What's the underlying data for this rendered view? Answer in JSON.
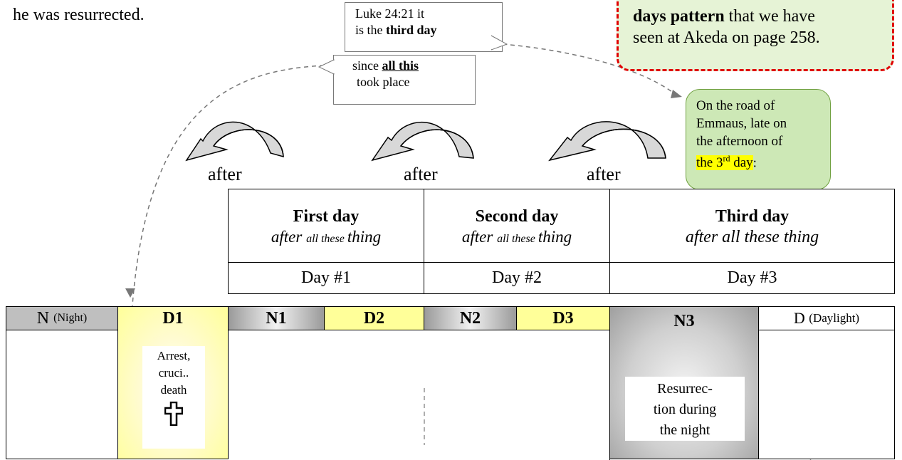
{
  "top_text": "he was resurrected.",
  "callout_luke": {
    "line1": "Luke 24:21 it",
    "line2_pre": "is the ",
    "line2_bold": "third day"
  },
  "callout_since": {
    "pre": "since ",
    "bold": "all this",
    "line2": "took place"
  },
  "pattern_note": {
    "line1_pre": "",
    "line1": "",
    "bold": "days pattern",
    "line2_rest": " that we have",
    "line3": "seen at Akeda on page 258."
  },
  "emmaus_note": {
    "line1": "On the road of",
    "line2": "Emmaus, late on",
    "line3": "the afternoon of",
    "hl_pre": "the 3",
    "hl_sup": "rd",
    "hl_post": " day",
    "colon": ":"
  },
  "after_labels": [
    "after",
    "after",
    "after"
  ],
  "days": [
    {
      "title": "First day",
      "sub_a": "after ",
      "sub_b": "all these ",
      "sub_c": "thing",
      "num": "Day #1"
    },
    {
      "title": "Second day",
      "sub_a": "after ",
      "sub_b": "all these ",
      "sub_c": "thing",
      "num": "Day #2"
    },
    {
      "title": "Third day",
      "sub_a": "after all these thing",
      "sub_b": "",
      "sub_c": "",
      "num": "Day #3"
    }
  ],
  "row": {
    "n_main": "N",
    "n_paren": "(Night)",
    "d1": "D1",
    "n1": "N1",
    "d2": "D2",
    "n2": "N2",
    "d3": "D3",
    "n3": "N3",
    "d_main": "D",
    "d_paren": "(Daylight)"
  },
  "d1_box": [
    "Arrest,",
    "cruci..",
    "death"
  ],
  "cross_icon": "cross-icon",
  "n3_box": [
    "Resurrec-",
    "tion during",
    "the night"
  ],
  "colors": {
    "gray": "#bfbfbf",
    "yellow": "#ffff99",
    "green": "#cde8b6",
    "green_border": "#70a040",
    "red": "#e00000",
    "highlight": "#ffff00"
  }
}
